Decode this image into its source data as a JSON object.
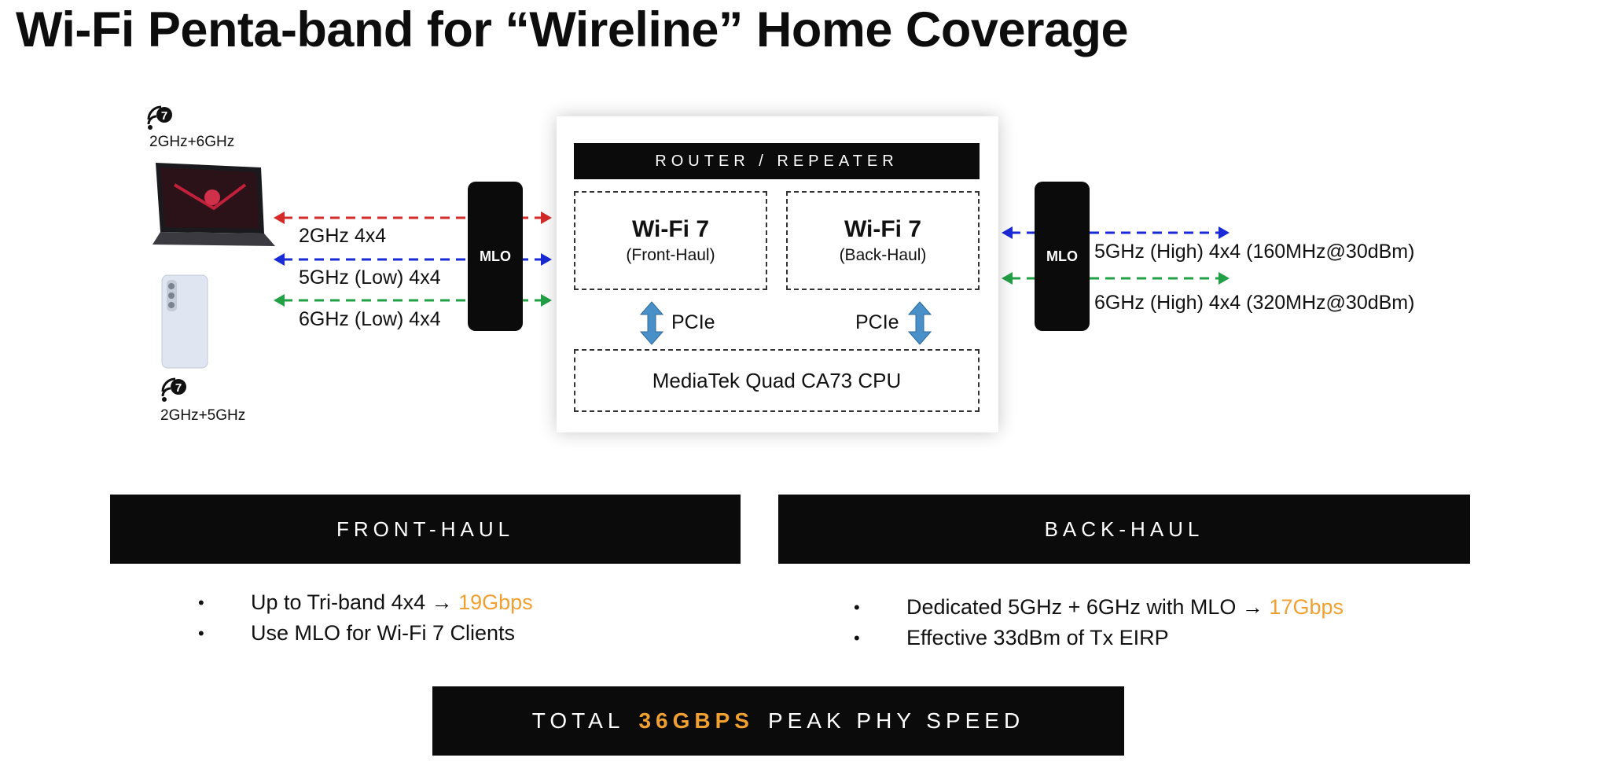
{
  "title": "Wi-Fi Penta-band for “Wireline” Home Coverage",
  "clients": {
    "top_band": "2GHz+6GHz",
    "bottom_band": "2GHz+5GHz",
    "icon": "wifi-7-icon"
  },
  "front_links": [
    "2GHz 4x4",
    "5GHz (Low) 4x4",
    "6GHz (Low) 4x4"
  ],
  "back_links": [
    "5GHz (High) 4x4 (160MHz@30dBm)",
    "6GHz (High) 4x4 (320MHz@30dBm)"
  ],
  "mlo_label": "MLO",
  "router": {
    "header": "ROUTER / REPEATER",
    "front": {
      "title": "Wi-Fi 7",
      "subtitle": "(Front-Haul)"
    },
    "back": {
      "title": "Wi-Fi 7",
      "subtitle": "(Back-Haul)"
    },
    "pcie": "PCIe",
    "cpu": "MediaTek Quad CA73 CPU"
  },
  "front_haul": {
    "header": "FRONT-HAUL",
    "bullet1_text": "Up to Tri-band 4x4 → ",
    "bullet1_value": "19Gbps",
    "bullet2": "Use MLO for Wi-Fi 7 Clients"
  },
  "back_haul": {
    "header": "BACK-HAUL",
    "bullet1_text": "Dedicated 5GHz + 6GHz with MLO → ",
    "bullet1_value": "17Gbps",
    "bullet2": "Effective 33dBm of Tx EIRP"
  },
  "bullet_symbol": "•",
  "total": {
    "prefix": "TOTAL",
    "value": "36GBPS",
    "suffix": "PEAK PHY SPEED"
  },
  "colors": {
    "band_2ghz": "#d42a2a",
    "band_5ghz": "#1a2bd6",
    "band_6ghz": "#22a046",
    "highlight": "#f0a030",
    "arrow_fill": "#4a90c8"
  }
}
